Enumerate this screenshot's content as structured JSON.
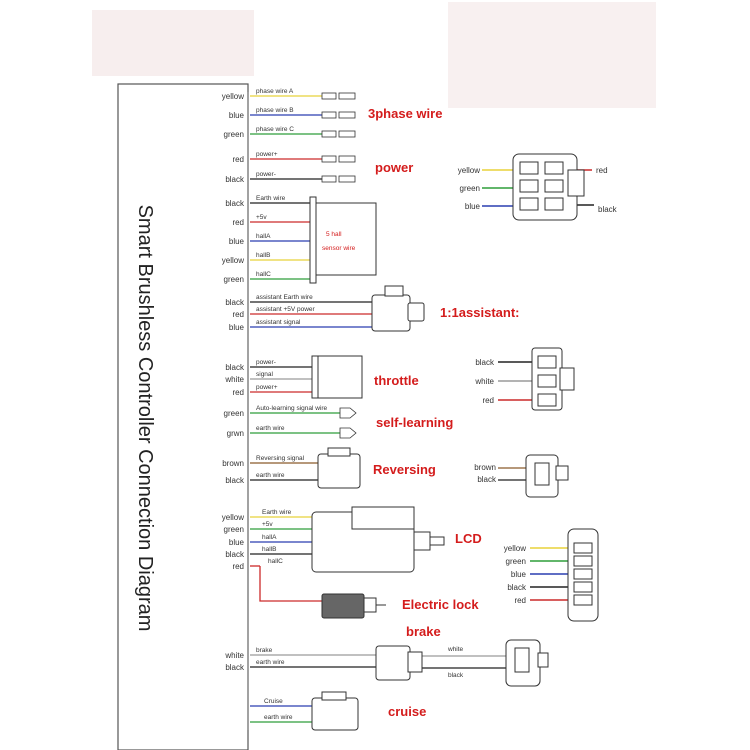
{
  "title": "Smart Brushless Controller Connection Diagram",
  "sections": {
    "phase": "3phase wire",
    "power": "power",
    "hall_box": "5 hall\nsensor wire",
    "assist": "1:1assistant:",
    "throttle": "throttle",
    "self_learning": "self-learning",
    "reversing": "Reversing",
    "lcd": "LCD",
    "lock": "Electric lock",
    "brake": "brake",
    "cruise": "cruise"
  },
  "left_colors": {
    "phase": [
      "yellow",
      "blue",
      "green"
    ],
    "power": [
      "red",
      "black"
    ],
    "hall": [
      "black",
      "red",
      "blue",
      "yellow",
      "green"
    ],
    "assist": [
      "black",
      "red",
      "blue"
    ],
    "throttle": [
      "black",
      "white",
      "red"
    ],
    "self_learning": [
      "green",
      "grwn"
    ],
    "reversing": [
      "brown",
      "black"
    ],
    "lcd": [
      "yellow",
      "green",
      "blue",
      "black",
      "red"
    ],
    "brake": [
      "white",
      "black"
    ]
  },
  "wire_labels": {
    "phase": [
      "phase wire A",
      "phase wire B",
      "phase wire C"
    ],
    "power": [
      "power+",
      "power-"
    ],
    "hall": [
      "Earth wire",
      "+5v",
      "hallA",
      "hallB",
      "hallC"
    ],
    "assist": [
      "assistant Earth wire",
      "assistant +5V power",
      "assistant signal"
    ],
    "throttle": [
      "power-",
      "signal",
      "power+"
    ],
    "self_learning": [
      "Auto-learning signal wire",
      "earth wire"
    ],
    "reversing": [
      "Reversing signal",
      "earth wire"
    ],
    "lcd": [
      "Earth wire",
      "+5v",
      "hallA",
      "hallB",
      "hallC"
    ],
    "brake": [
      "brake",
      "earth wire"
    ],
    "cruise": [
      "Cruise",
      "earth wire"
    ]
  },
  "right_connectors": {
    "power": {
      "left": [
        "yellow",
        "green",
        "blue"
      ],
      "right": [
        "red",
        "black"
      ]
    },
    "throttle": [
      "black",
      "white",
      "red"
    ],
    "reversing": [
      "brown",
      "black"
    ],
    "lcd": [
      "yellow",
      "green",
      "blue",
      "black",
      "red"
    ],
    "brake": [
      "white",
      "black"
    ]
  },
  "colors": {
    "yellow": "#e8d23a",
    "blue": "#2a3fb0",
    "green": "#2e9e3a",
    "red": "#cc2a2a",
    "black": "#222222",
    "white": "#9a9a9a",
    "brown": "#8a5a2b",
    "accent": "#d41c1c"
  }
}
